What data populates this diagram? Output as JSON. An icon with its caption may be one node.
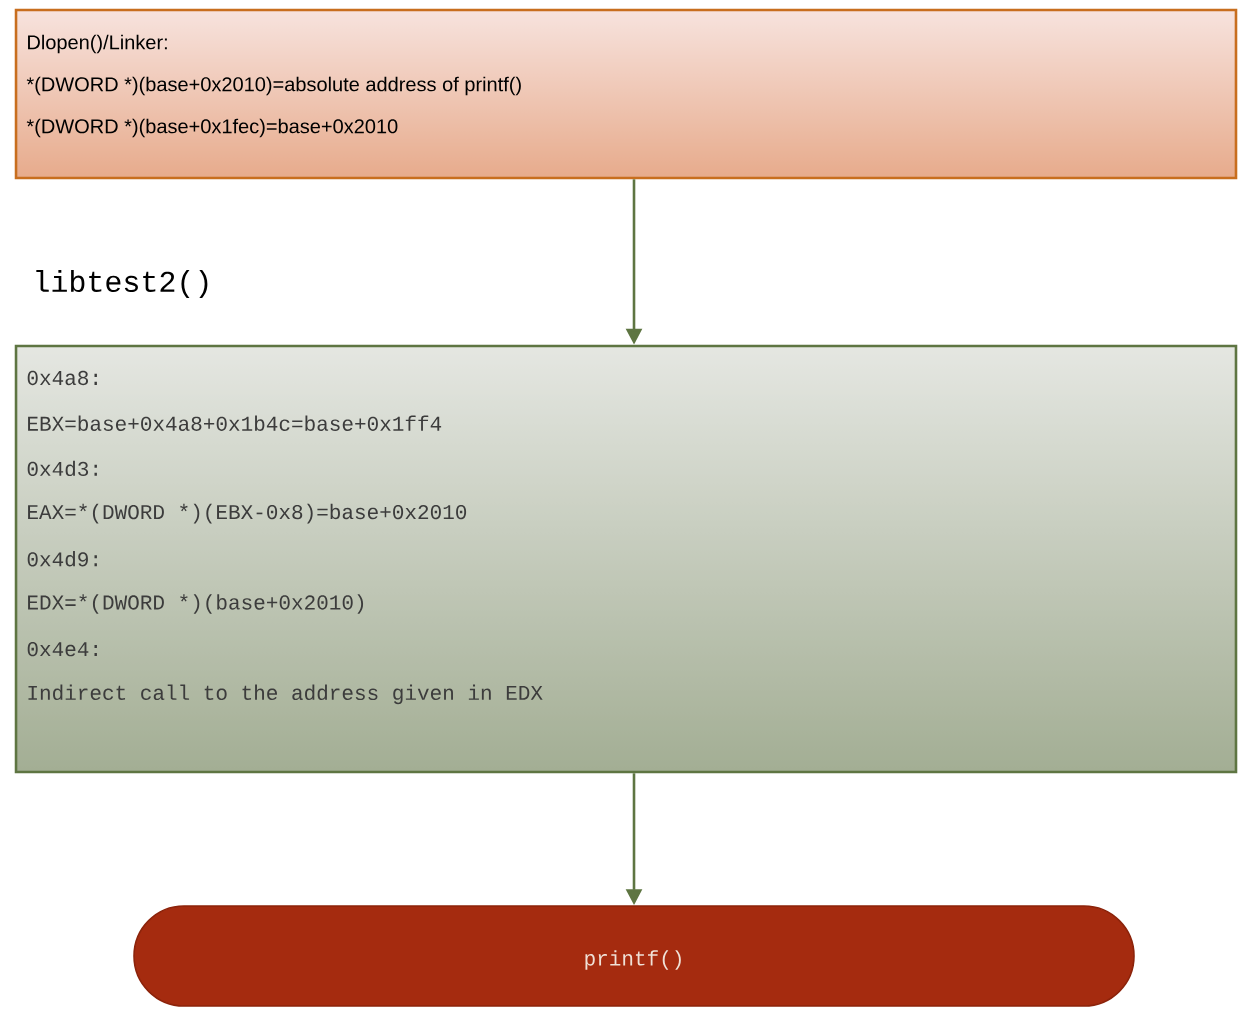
{
  "diagram": {
    "nodes": [
      {
        "text": [
          "Dlopen()/Linker:",
          "*(DWORD *)(base+0x2010)=absolute address of printf()",
          "*(DWORD *)(base+0x1fec)=base+0x2010"
        ]
      },
      {
        "text": [
          "libtest2()",
          "0x4a8:",
          "EBX=base+0x4a8+0x1b4c=base+0x1ff4",
          "0x4d3:",
          "EAX=*(DWORD *)(EBX-0x8)=base+0x2010",
          "0x4d9:",
          "EDX=*(DWORD *)(base+0x2010)",
          "0x4e4:",
          "Indirect call to the address given in EDX"
        ]
      },
      {
        "text": [
          "printf()"
        ]
      }
    ],
    "edges": [
      {
        "from": 0,
        "to": 1,
        "arrow": "to"
      },
      {
        "from": 1,
        "to": 2,
        "arrow": "to"
      }
    ]
  }
}
